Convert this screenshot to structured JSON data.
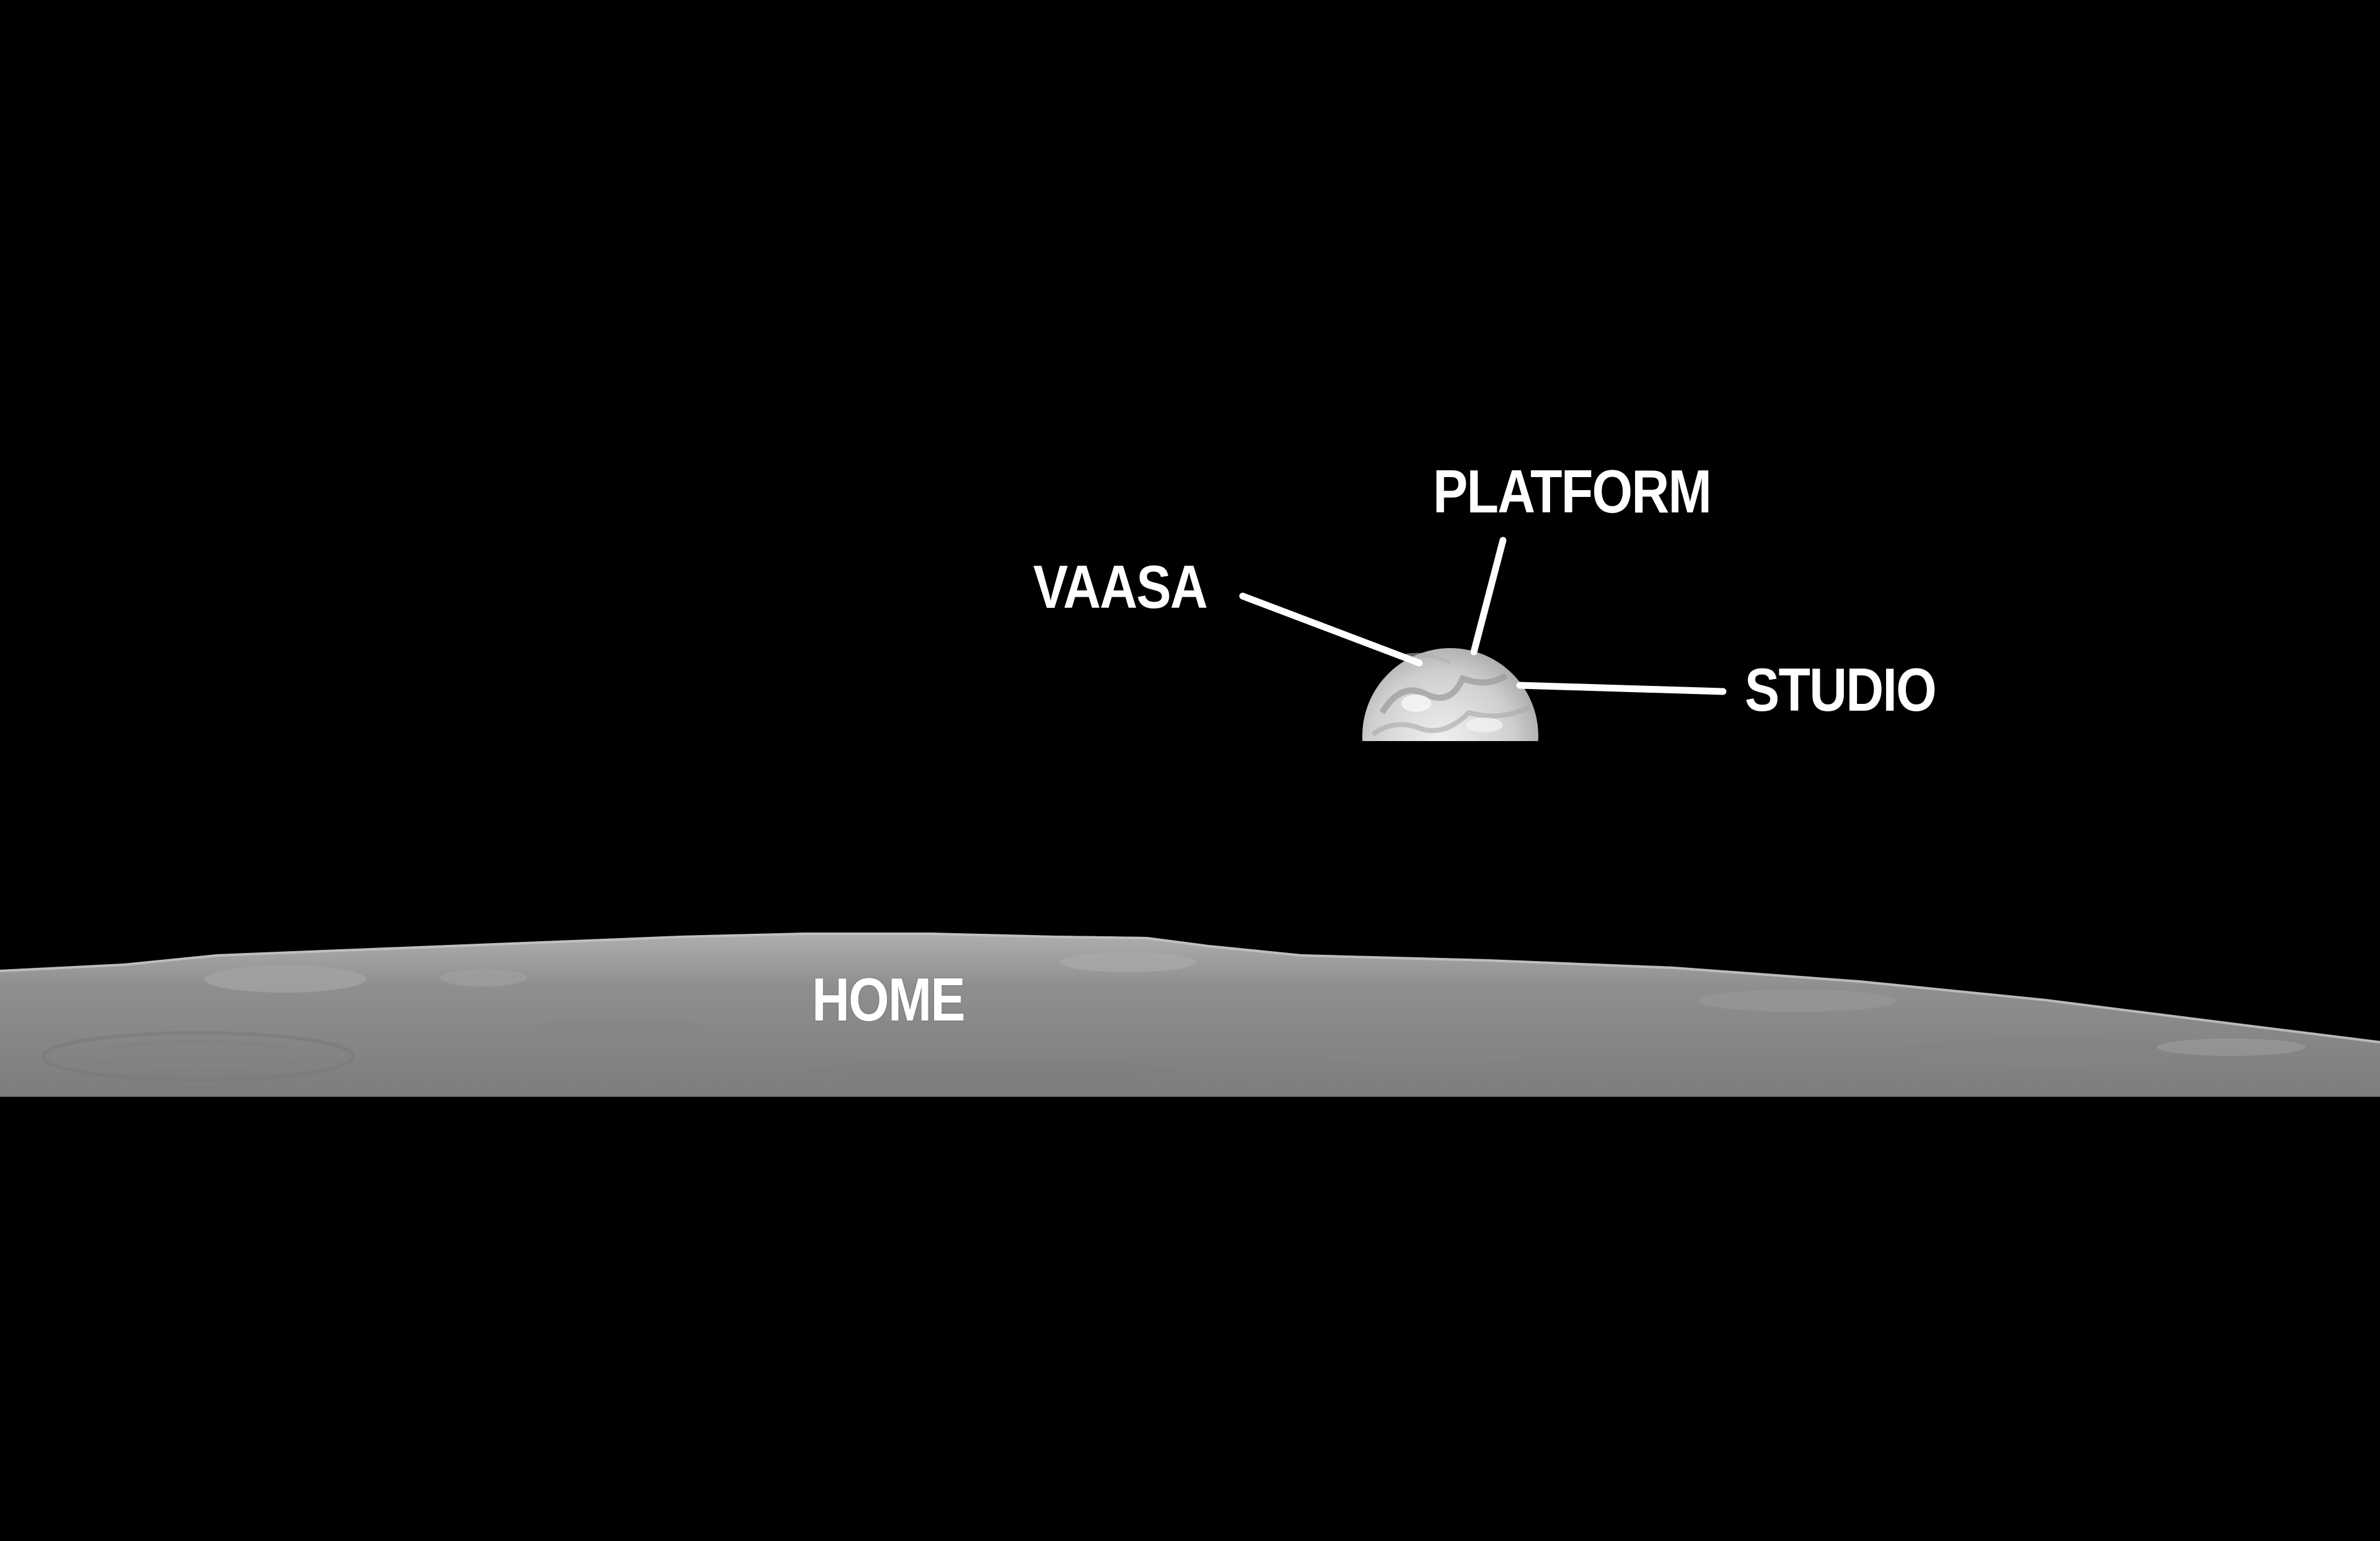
{
  "colors": {
    "background": "#000000",
    "label": "#ffffff",
    "lunar_surface": "#8e8e8e",
    "earth": "#dcdcdc"
  },
  "nav": {
    "platform": "PLATFORM",
    "vaasa": "VAASA",
    "studio": "STUDIO",
    "home": "HOME"
  }
}
